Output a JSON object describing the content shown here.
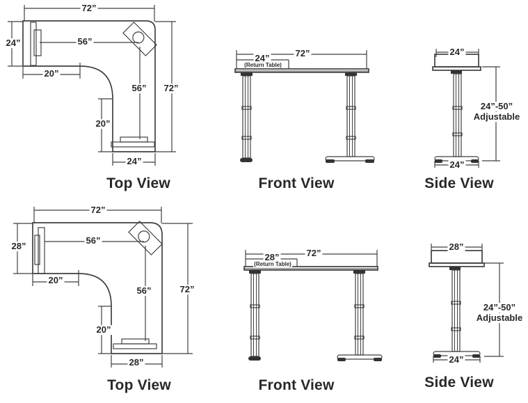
{
  "colors": {
    "line": "#413f42",
    "text": "#29272b",
    "background": "#ffffff"
  },
  "views": {
    "top_24": {
      "title": "Top View",
      "top_width": "72”",
      "left_depth": "24”",
      "worksurface_span": "56”",
      "return_overhang": "20”",
      "corner_span": "56”",
      "right_length": "72”",
      "side_overhang": "20”",
      "bottom_depth": "24”"
    },
    "front_24": {
      "title": "Front View",
      "total_width": "72”",
      "return_width": "24”",
      "return_caption": "(Return Table)"
    },
    "side_24": {
      "title": "Side View",
      "top_depth": "24”",
      "height_range": "24”-50”",
      "height_caption": "Adjustable",
      "base_depth": "24”"
    },
    "top_28": {
      "title": "Top View",
      "top_width": "72”",
      "left_depth": "28”",
      "worksurface_span": "56”",
      "return_overhang": "20”",
      "corner_span": "56”",
      "right_length": "72”",
      "side_overhang": "20”",
      "bottom_depth": "28”"
    },
    "front_28": {
      "title": "Front View",
      "total_width": "72”",
      "return_width": "28”",
      "return_caption": "(Return Table)"
    },
    "side_28": {
      "title": "Side View",
      "top_depth": "28”",
      "height_range": "24”-50”",
      "height_caption": "Adjustable",
      "base_depth": "24”"
    }
  }
}
